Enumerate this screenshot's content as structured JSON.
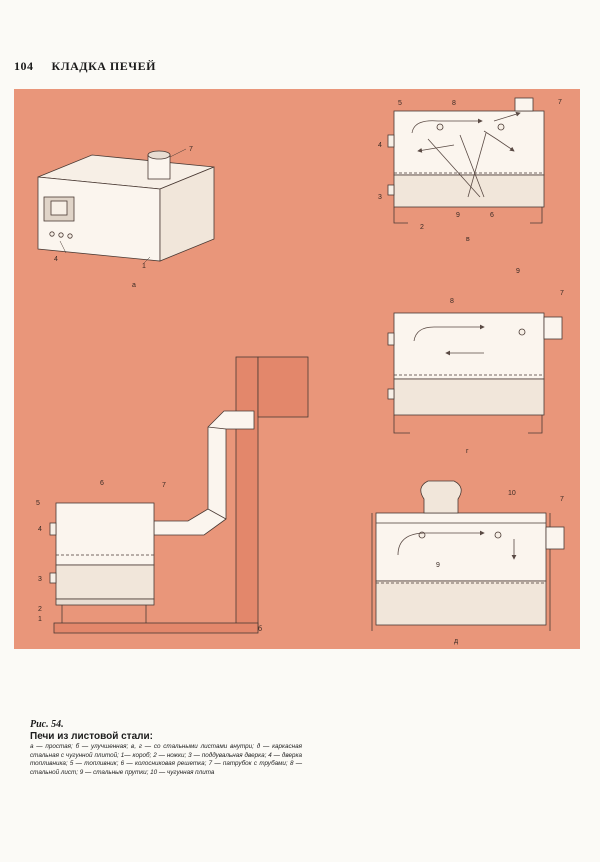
{
  "header": {
    "page_number": "104",
    "running_title": "КЛАДКА ПЕЧЕЙ"
  },
  "figure": {
    "labels": {
      "a": "а",
      "b": "б",
      "v": "в",
      "g": "г",
      "d": "д",
      "n1": "1",
      "n2": "2",
      "n3": "3",
      "n4": "4",
      "n5": "5",
      "n6": "6",
      "n7": "7",
      "n8": "8",
      "n9": "9",
      "n10": "10"
    }
  },
  "caption": {
    "figure_number": "Рис. 54.",
    "title": "Печи из листовой стали:",
    "body": "а — простая; б — улучшенная; в, г — со стальными листами внутри; д — каркасная стальная с чугунной плитой; 1— короб; 2 — ножки; 3 — поддувальная дверка; 4 — дверка топливника; 5 — топливник; 6 — колосниковая решетка; 7 — патрубок с трубами; 8 — стальной лист; 9 — стальные прутки; 10 — чугунная плита"
  }
}
